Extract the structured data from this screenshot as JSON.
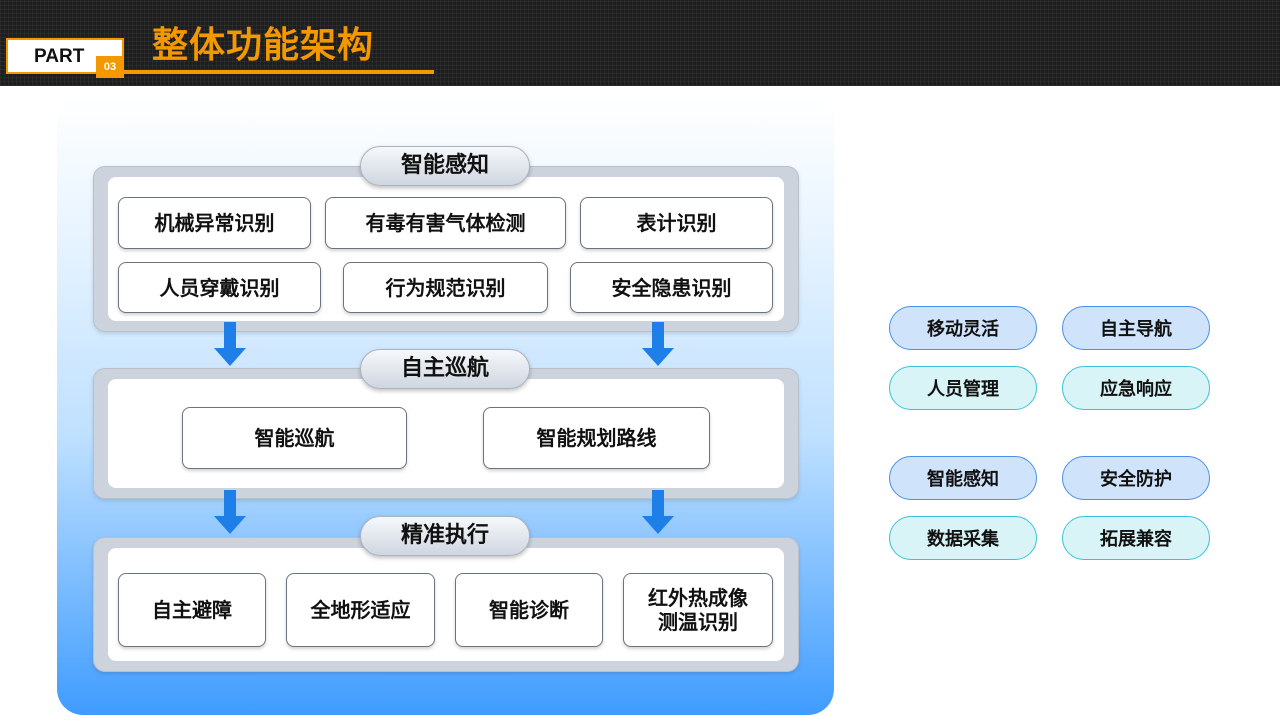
{
  "header": {
    "part_label": "PART",
    "part_number": "03",
    "title": "整体功能架构"
  },
  "colors": {
    "accent": "#f39800",
    "header_bg": "#1e1e1e",
    "arrow_blue": "#1f7fe8",
    "pill_blue_border": "#4a8fe8",
    "pill_cyan_border": "#38c4d8"
  },
  "icons": [
    "down-arrow-icon"
  ],
  "architecture": {
    "perception": {
      "title": "智能感知",
      "items": [
        "机械异常识别",
        "有毒有害气体检测",
        "表计识别",
        "人员穿戴识别",
        "行为规范识别",
        "安全隐患识别"
      ]
    },
    "navigation": {
      "title": "自主巡航",
      "items": [
        "智能巡航",
        "智能规划路线"
      ]
    },
    "execution": {
      "title": "精准执行",
      "items": [
        "自主避障",
        "全地形适应",
        "智能诊断",
        "红外热成像\n测温识别"
      ]
    }
  },
  "features": [
    "移动灵活",
    "自主导航",
    "人员管理",
    "应急响应",
    "智能感知",
    "安全防护",
    "数据采集",
    "拓展兼容"
  ]
}
